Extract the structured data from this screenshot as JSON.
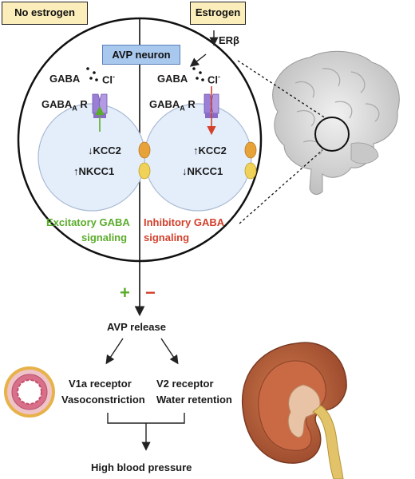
{
  "panels": {
    "left_header": "No estrogen",
    "right_header": "Estrogen",
    "receptor_label": "ERβ"
  },
  "neuron": {
    "title": "AVP neuron",
    "left": {
      "gaba": "GABA",
      "cl": "Cl",
      "cl_sup": "-",
      "gabaa_main": "GABA",
      "gabaa_sub": "A",
      "gabaa_tail": " R",
      "kcc2": "↓KCC2",
      "nkcc1": "↑NKCC1",
      "signal_line1": "Excitatory GABA",
      "signal_line2": "signaling"
    },
    "right": {
      "gaba": "GABA",
      "cl": "Cl",
      "cl_sup": "-",
      "gabaa_main": "GABA",
      "gabaa_sub": "A",
      "gabaa_tail": " R",
      "kcc2": "↑KCC2",
      "nkcc1": "↓NKCC1",
      "signal_line1": "Inhibitory GABA",
      "signal_line2": "signaling"
    }
  },
  "signs": {
    "plus": "+",
    "minus": "−"
  },
  "flow": {
    "release": "AVP release",
    "v1a_line1": "V1a receptor",
    "v1a_line2": "Vasoconstriction",
    "v2_line1": "V2 receptor",
    "v2_line2": "Water retention",
    "outcome": "High blood pressure"
  },
  "colors": {
    "excitatory": "#5aac2b",
    "inhibitory": "#d3402b",
    "header_fill": "#fbeebb",
    "neuron_title_fill": "#a9c8ee",
    "cell_fill": "#e4eefb",
    "channel": "#9b7fd6",
    "kcc2_transporter": "#e8a23a",
    "nkcc1_transporter": "#f0d25a"
  },
  "icons": [
    "brain-icon",
    "kidney-icon",
    "blood-vessel-icon",
    "gabaa-channel-icon",
    "transporter-icon"
  ]
}
